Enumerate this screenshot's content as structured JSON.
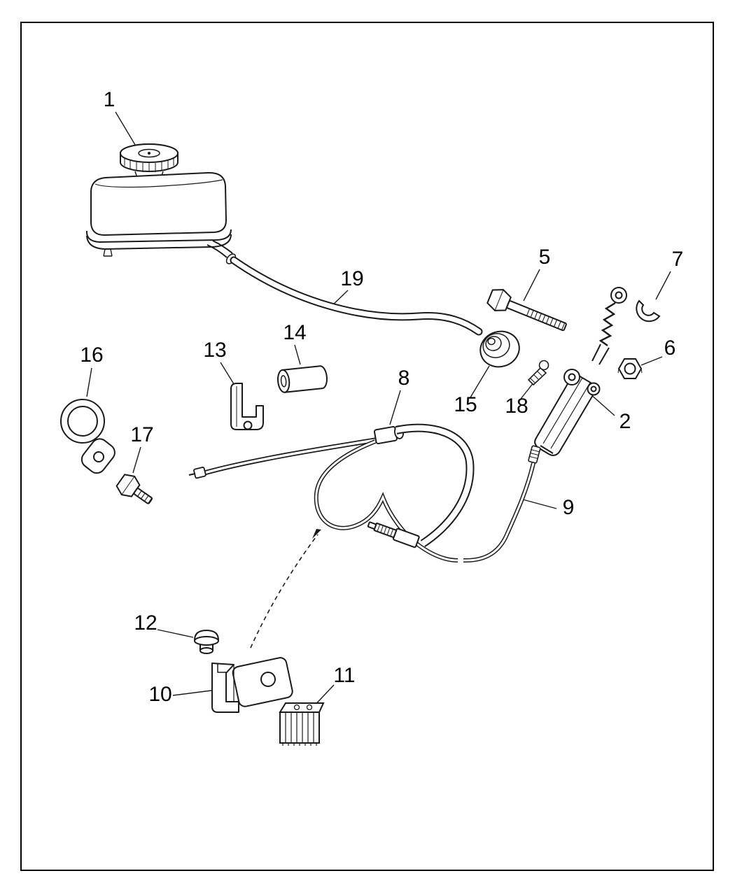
{
  "diagram": {
    "kind": "exploded-parts-diagram",
    "subject": "Clutch hydraulic system: fluid reservoir, master cylinder, hoses, tubes and mounting hardware",
    "colors": {
      "line": "#1a1a1a",
      "background": "#ffffff"
    },
    "callouts": [
      {
        "number": "1",
        "part": "fluid-reservoir"
      },
      {
        "number": "2",
        "part": "clutch-master-cylinder"
      },
      {
        "number": "5",
        "part": "pivot-bolt"
      },
      {
        "number": "6",
        "part": "hex-nut"
      },
      {
        "number": "7",
        "part": "e-clip"
      },
      {
        "number": "8",
        "part": "clutch-hose-assembly"
      },
      {
        "number": "9",
        "part": "clutch-tube"
      },
      {
        "number": "10",
        "part": "mounting-bracket"
      },
      {
        "number": "11",
        "part": "insulator-block"
      },
      {
        "number": "12",
        "part": "grommet"
      },
      {
        "number": "13",
        "part": "retaining-clip"
      },
      {
        "number": "14",
        "part": "sleeve-bushing"
      },
      {
        "number": "15",
        "part": "grommet-seal"
      },
      {
        "number": "16",
        "part": "loop-clamp"
      },
      {
        "number": "17",
        "part": "hex-bolt"
      },
      {
        "number": "18",
        "part": "screw"
      },
      {
        "number": "19",
        "part": "reservoir-hose"
      }
    ]
  }
}
